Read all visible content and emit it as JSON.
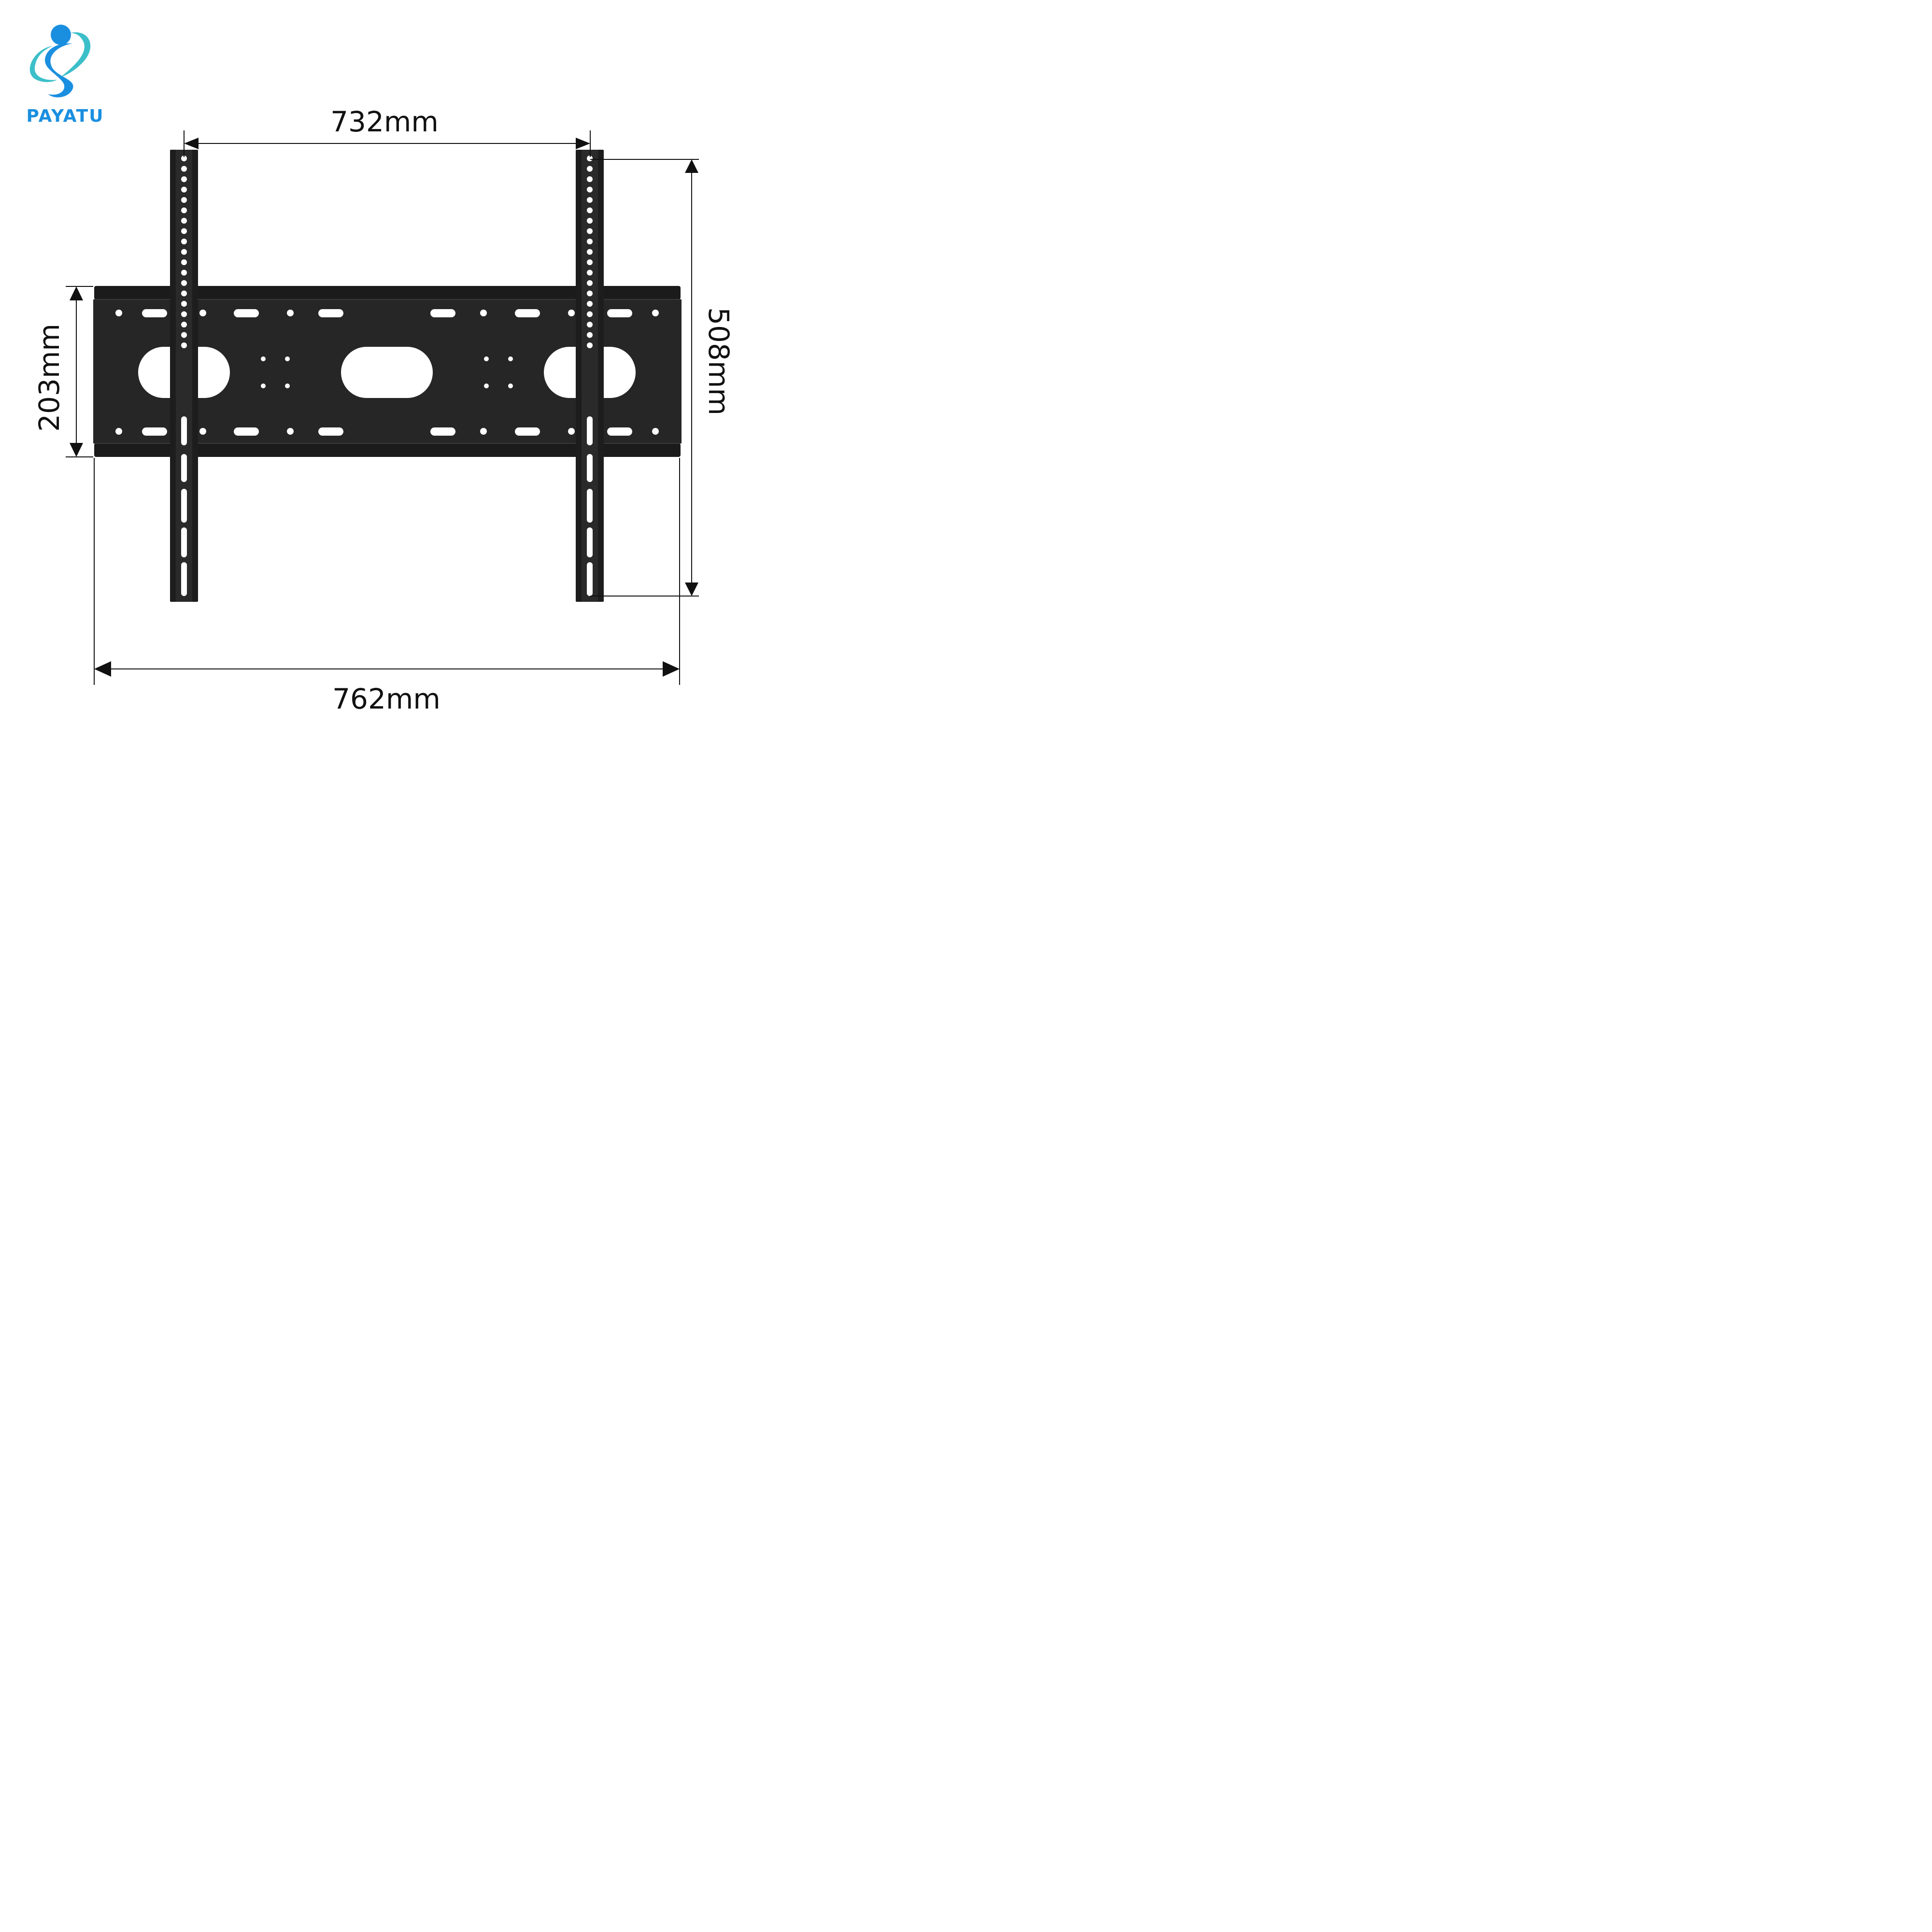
{
  "brand": {
    "name": "PAYATU",
    "color_primary": "#1a8fe0",
    "color_secondary": "#3bbfc9"
  },
  "product": {
    "type": "TV wall mount bracket",
    "plate_color": "#222222",
    "hole_color": "#ffffff"
  },
  "dimensions": {
    "top_width": "732mm",
    "bottom_width": "762mm",
    "left_height": "203mm",
    "right_height": "508mm"
  },
  "icons": {
    "logo": "payatu-logo-icon",
    "arrow": "arrowhead-icon"
  }
}
